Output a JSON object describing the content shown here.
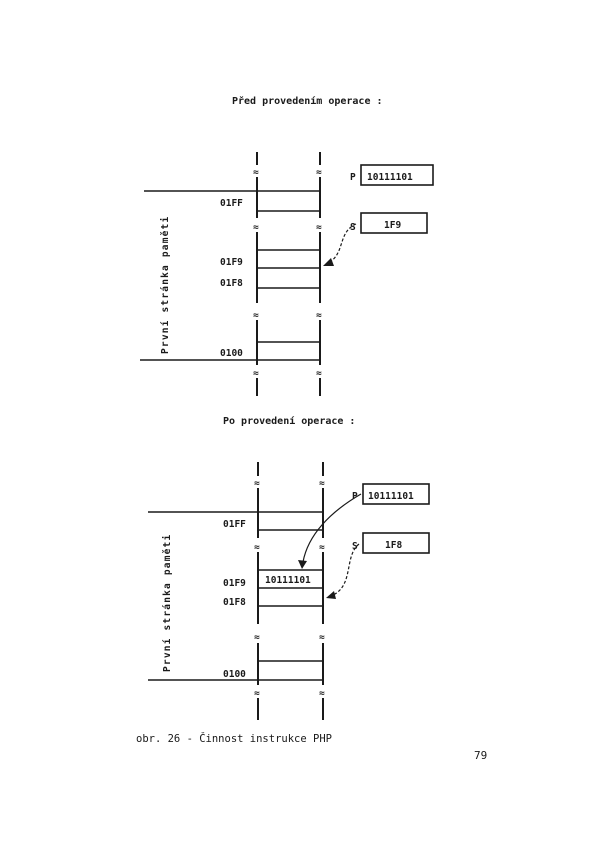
{
  "before": {
    "title": "Před provedením operace :",
    "side_label": "První stránka paměti",
    "addresses": [
      "01FF",
      "01F9",
      "01F8",
      "0100"
    ],
    "registers": {
      "p": {
        "name": "P",
        "value": "10111101"
      },
      "s": {
        "name": "S",
        "value": "1F9"
      }
    }
  },
  "after": {
    "title": "Po provedení operace :",
    "side_label": "První stránka paměti",
    "addresses": [
      "01FF",
      "01F9",
      "01F8",
      "0100"
    ],
    "cell_value": "10111101",
    "registers": {
      "p": {
        "name": "P",
        "value": "10111101"
      },
      "s": {
        "name": "S",
        "value": "1F8"
      }
    }
  },
  "break_mark": "≈",
  "caption": "obr. 26 - Činnost instrukce PHP",
  "page_number": "79"
}
